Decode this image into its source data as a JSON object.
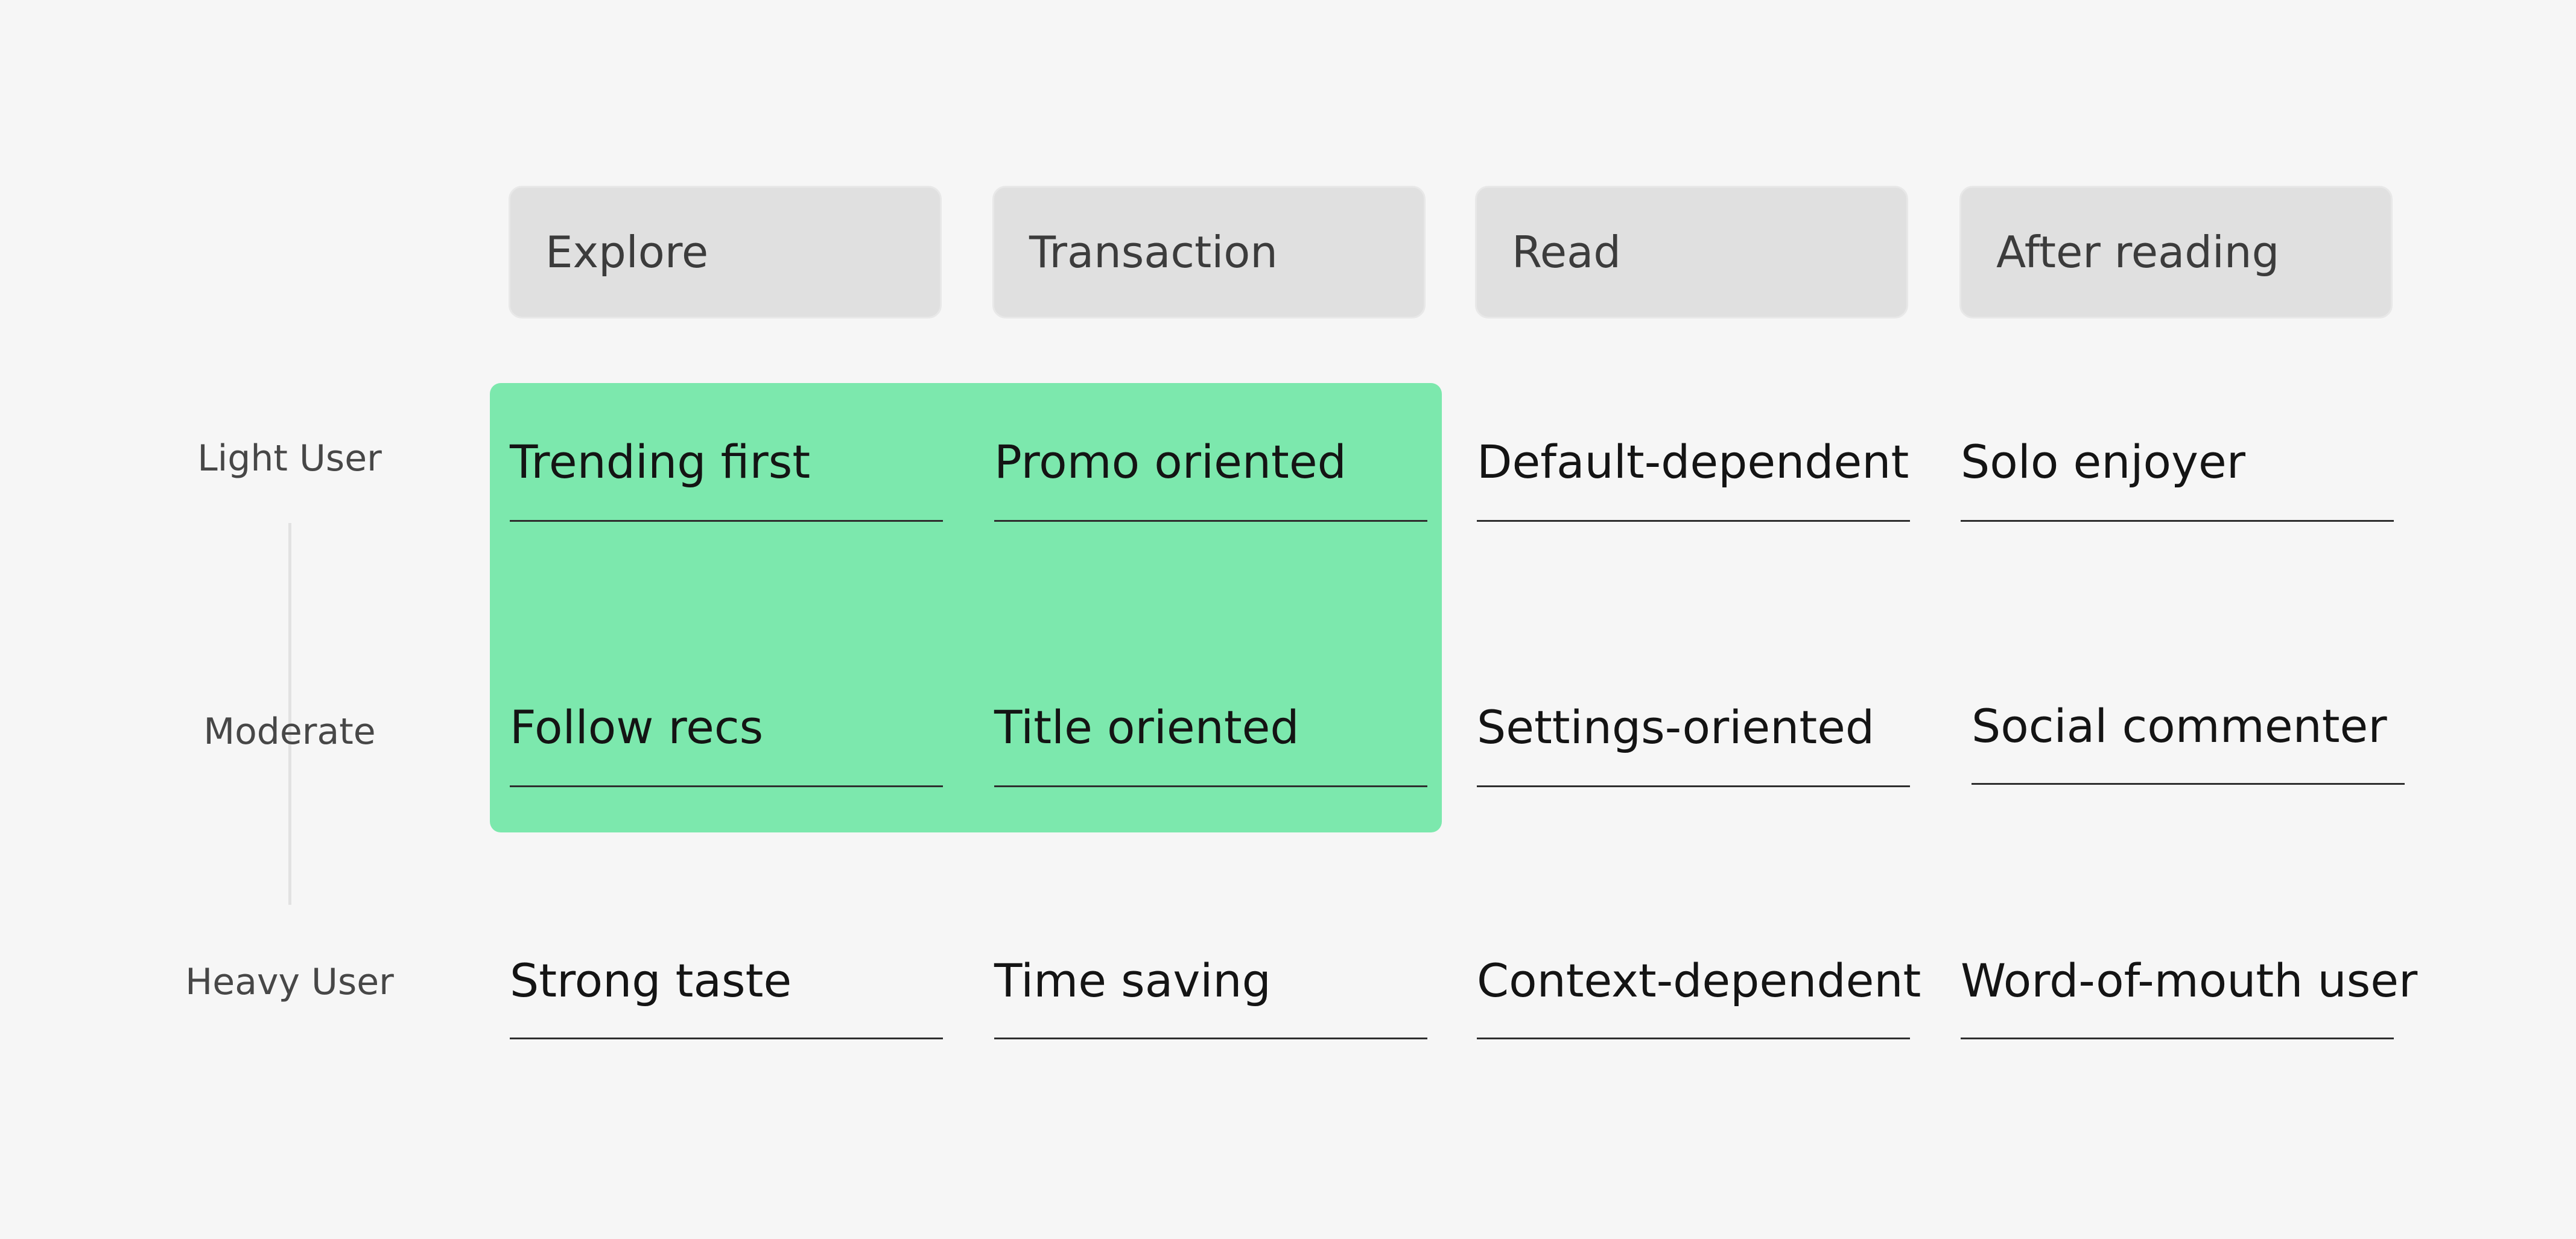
{
  "columns": [
    "Explore",
    "Transaction",
    "Read",
    "After reading"
  ],
  "rows": [
    {
      "label": "Light User",
      "cells": [
        "Trending first",
        "Promo oriented",
        "Default-dependent",
        "Solo enjoyer"
      ]
    },
    {
      "label": "Moderate",
      "cells": [
        "Follow recs",
        "Title oriented",
        "Settings-oriented",
        "Social commenter"
      ]
    },
    {
      "label": "Heavy User",
      "cells": [
        "Strong taste",
        "Time saving",
        "Context-dependent",
        "Word-of-mouth user"
      ]
    }
  ],
  "colors": {
    "background": "#f6f6f6",
    "highlight": "#7ce8ad",
    "header_fill": "#e0e0e0"
  }
}
